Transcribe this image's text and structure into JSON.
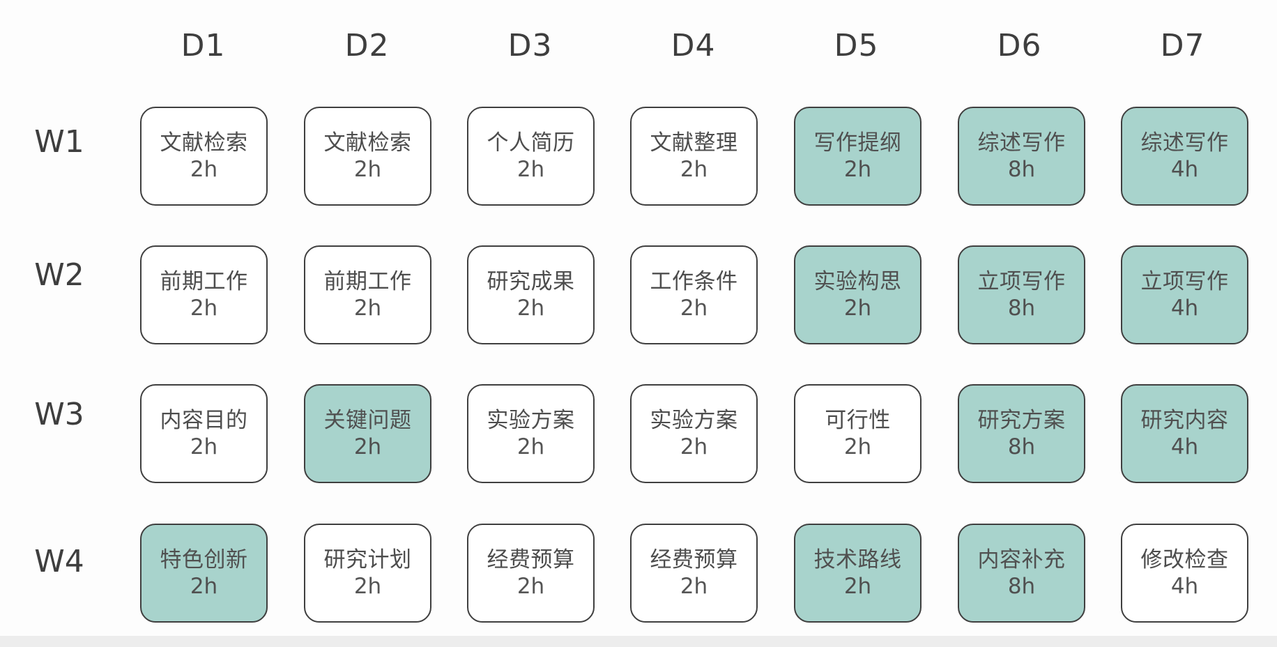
{
  "columns": [
    "D1",
    "D2",
    "D3",
    "D4",
    "D5",
    "D6",
    "D7"
  ],
  "rows": [
    {
      "label": "W1",
      "cells": [
        {
          "task": "文献检索",
          "hours": "2h",
          "highlight": false
        },
        {
          "task": "文献检索",
          "hours": "2h",
          "highlight": false
        },
        {
          "task": "个人简历",
          "hours": "2h",
          "highlight": false
        },
        {
          "task": "文献整理",
          "hours": "2h",
          "highlight": false
        },
        {
          "task": "写作提纲",
          "hours": "2h",
          "highlight": true
        },
        {
          "task": "综述写作",
          "hours": "8h",
          "highlight": true
        },
        {
          "task": "综述写作",
          "hours": "4h",
          "highlight": true
        }
      ]
    },
    {
      "label": "W2",
      "cells": [
        {
          "task": "前期工作",
          "hours": "2h",
          "highlight": false
        },
        {
          "task": "前期工作",
          "hours": "2h",
          "highlight": false
        },
        {
          "task": "研究成果",
          "hours": "2h",
          "highlight": false
        },
        {
          "task": "工作条件",
          "hours": "2h",
          "highlight": false
        },
        {
          "task": "实验构思",
          "hours": "2h",
          "highlight": true
        },
        {
          "task": "立项写作",
          "hours": "8h",
          "highlight": true
        },
        {
          "task": "立项写作",
          "hours": "4h",
          "highlight": true
        }
      ]
    },
    {
      "label": "W3",
      "cells": [
        {
          "task": "内容目的",
          "hours": "2h",
          "highlight": false
        },
        {
          "task": "关键问题",
          "hours": "2h",
          "highlight": true
        },
        {
          "task": "实验方案",
          "hours": "2h",
          "highlight": false
        },
        {
          "task": "实验方案",
          "hours": "2h",
          "highlight": false
        },
        {
          "task": "可行性",
          "hours": "2h",
          "highlight": false
        },
        {
          "task": "研究方案",
          "hours": "8h",
          "highlight": true
        },
        {
          "task": "研究内容",
          "hours": "4h",
          "highlight": true
        }
      ]
    },
    {
      "label": "W4",
      "cells": [
        {
          "task": "特色创新",
          "hours": "2h",
          "highlight": true
        },
        {
          "task": "研究计划",
          "hours": "2h",
          "highlight": false
        },
        {
          "task": "经费预算",
          "hours": "2h",
          "highlight": false
        },
        {
          "task": "经费预算",
          "hours": "2h",
          "highlight": false
        },
        {
          "task": "技术路线",
          "hours": "2h",
          "highlight": true
        },
        {
          "task": "内容补充",
          "hours": "8h",
          "highlight": true
        },
        {
          "task": "修改检查",
          "hours": "4h",
          "highlight": false
        }
      ]
    }
  ],
  "colors": {
    "highlight_fill": "#a8d3cc",
    "plain_fill": "#ffffff",
    "border": "#3f3f3f"
  }
}
